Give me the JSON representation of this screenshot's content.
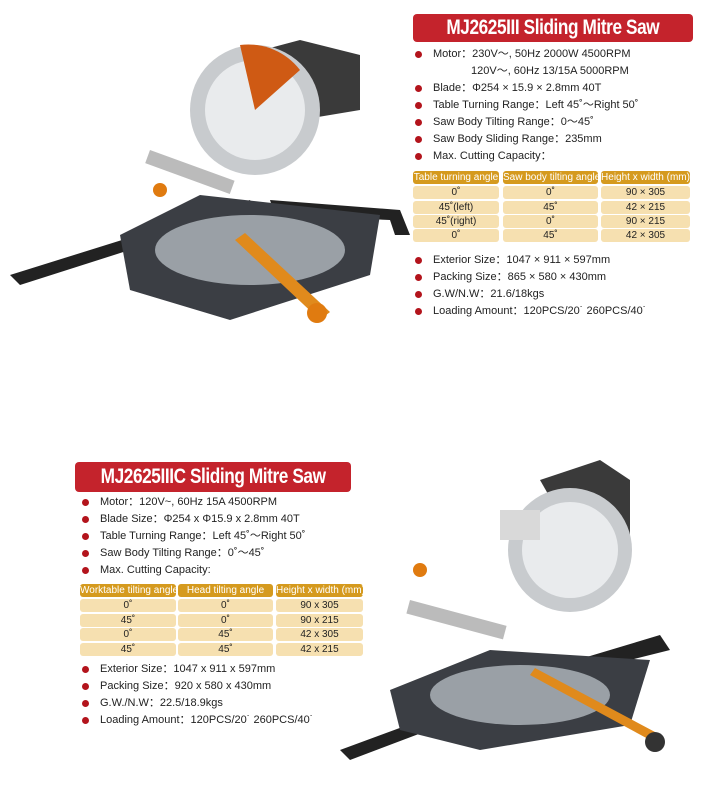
{
  "products": [
    {
      "title": "MJ2625III Sliding Mitre Saw",
      "specs_top": [
        "Motor：230V～, 50Hz  2000W 4500RPM",
        "120V～, 60Hz  13/15A 5000RPM",
        "Blade：Φ254 × 15.9 × 2.8mm  40T",
        "Table Turning Range：Left 45˚～Right 50˚",
        "Saw Body Tilting Range：0～45˚",
        "Saw Body Sliding Range：235mm",
        "Max. Cutting Capacity："
      ],
      "table": {
        "headers": [
          "Table turning angle",
          "Saw body tilting angle",
          "Height x width (mm)"
        ],
        "rows": [
          [
            "0˚",
            "0˚",
            "90 × 305"
          ],
          [
            "45˚(left)",
            "45˚",
            "42 × 215"
          ],
          [
            "45˚(right)",
            "0˚",
            "90 × 215"
          ],
          [
            "0˚",
            "45˚",
            "42 × 305"
          ]
        ]
      },
      "specs_bottom": [
        "Exterior Size：1047 × 911 × 597mm",
        "Packing Size：865 × 580 × 430mm",
        "G.W/N.W：21.6/18kgs",
        "Loading Amount：120PCS/20˙ 260PCS/40˙"
      ]
    },
    {
      "title": "MJ2625IIIC Sliding Mitre Saw",
      "specs_top": [
        "Motor：120V~, 60Hz  15A 4500RPM",
        "Blade Size：Φ254 x Φ15.9 x 2.8mm  40T",
        "Table Turning Range：Left 45˚～Right 50˚",
        "Saw Body Tilting Range：0˚～45˚",
        "Max. Cutting Capacity:"
      ],
      "table": {
        "headers": [
          "Worktable tilting angle",
          "Head tilting angle",
          "Height x width (mm)"
        ],
        "rows": [
          [
            "0˚",
            "0˚",
            "90 x 305"
          ],
          [
            "45˚",
            "0˚",
            "90 x 215"
          ],
          [
            "0˚",
            "45˚",
            "42 x 305"
          ],
          [
            "45˚",
            "45˚",
            "42 x 215"
          ]
        ]
      },
      "specs_bottom": [
        "Exterior Size：1047 x 911 x 597mm",
        "Packing Size：920 x 580 x 430mm",
        "G.W./N.W：22.5/18.9kgs",
        "Loading Amount：120PCS/20˙ 260PCS/40˙"
      ]
    }
  ],
  "colors": {
    "banner": "#c4232c",
    "bullet": "#b3141c",
    "table_header": "#d59a1e",
    "table_row": "#f6e0b0"
  }
}
